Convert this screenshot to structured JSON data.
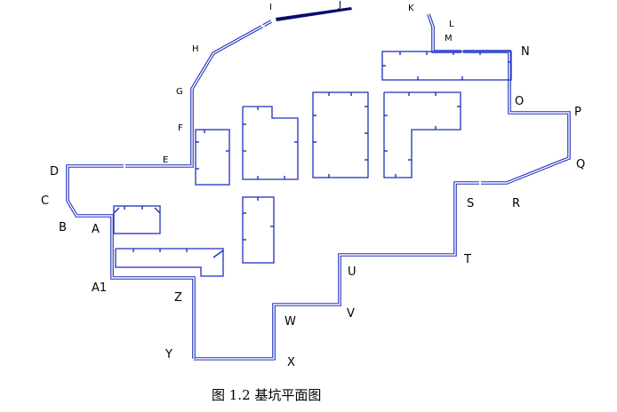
{
  "diagram": {
    "caption": "图 1.2   基坑平面图",
    "colors": {
      "wall": "#1f2fc0",
      "strut": "#0a0a6a",
      "text": "#000000"
    },
    "points": [
      {
        "id": "A",
        "label": "A"
      },
      {
        "id": "A1",
        "label": "A1"
      },
      {
        "id": "B",
        "label": "B"
      },
      {
        "id": "C",
        "label": "C"
      },
      {
        "id": "D",
        "label": "D"
      },
      {
        "id": "E",
        "label": "E"
      },
      {
        "id": "F",
        "label": "F"
      },
      {
        "id": "G",
        "label": "G"
      },
      {
        "id": "H",
        "label": "H"
      },
      {
        "id": "I",
        "label": "I"
      },
      {
        "id": "J",
        "label": "J"
      },
      {
        "id": "K",
        "label": "K"
      },
      {
        "id": "L",
        "label": "L"
      },
      {
        "id": "M",
        "label": "M"
      },
      {
        "id": "N",
        "label": "N"
      },
      {
        "id": "O",
        "label": "O"
      },
      {
        "id": "P",
        "label": "P"
      },
      {
        "id": "Q",
        "label": "Q"
      },
      {
        "id": "R",
        "label": "R"
      },
      {
        "id": "S",
        "label": "S"
      },
      {
        "id": "T",
        "label": "T"
      },
      {
        "id": "U",
        "label": "U"
      },
      {
        "id": "V",
        "label": "V"
      },
      {
        "id": "W",
        "label": "W"
      },
      {
        "id": "X",
        "label": "X"
      },
      {
        "id": "Y",
        "label": "Y"
      },
      {
        "id": "Z",
        "label": "Z"
      }
    ]
  }
}
